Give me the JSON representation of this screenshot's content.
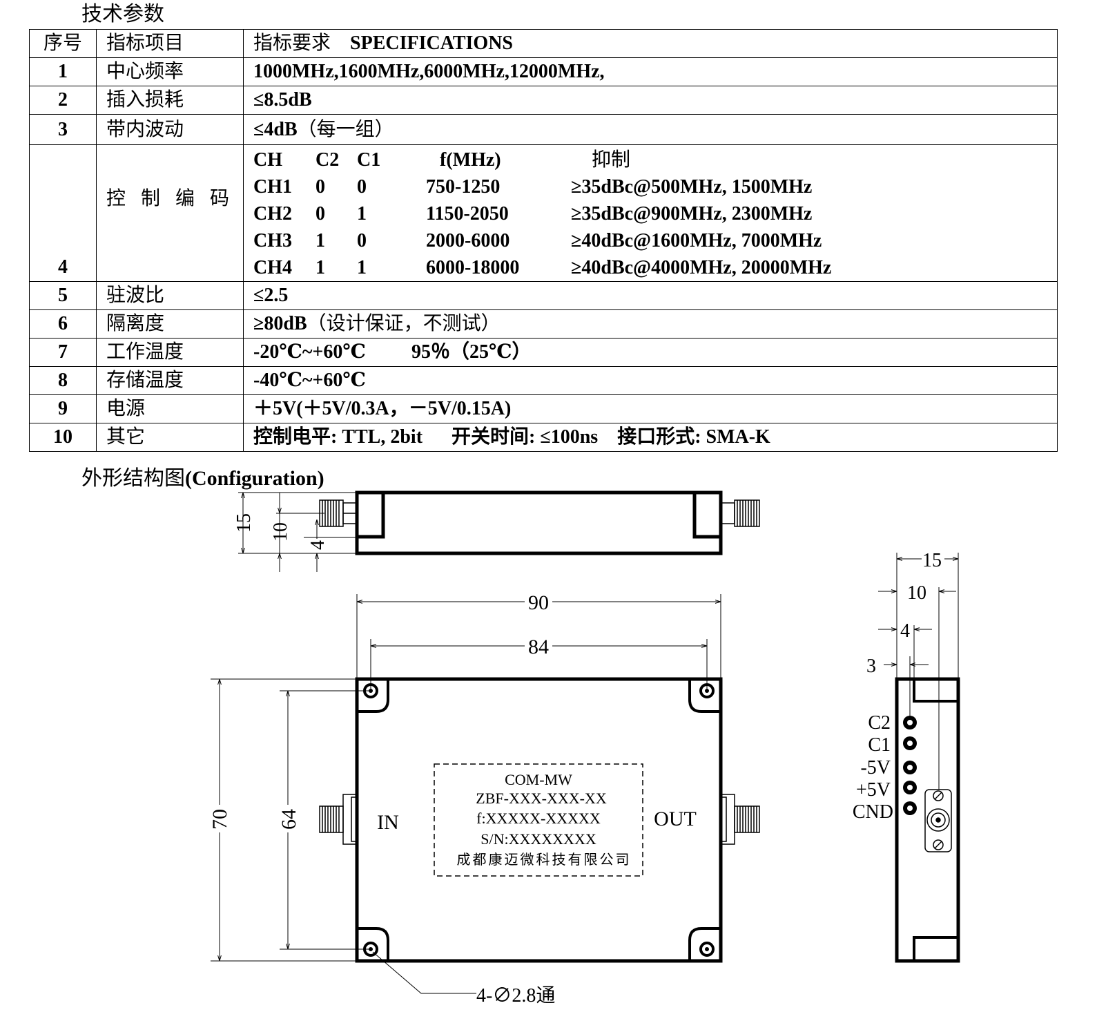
{
  "spec_heading": "技术参数",
  "table": {
    "headers": [
      "序号",
      "指标项目",
      "指标要求",
      "SPECIFICATIONS"
    ],
    "rows": [
      {
        "no": "1",
        "item": "中心频率",
        "value": "1000MHz,1600MHz,6000MHz,12000MHz,"
      },
      {
        "no": "2",
        "item": "插入损耗",
        "value": "≤8.5dB"
      },
      {
        "no": "3",
        "item": "带内波动",
        "value": "≤4dB",
        "note": "（每一组）"
      },
      {
        "no": "4",
        "item": "控制编码"
      },
      {
        "no": "5",
        "item": "驻波比",
        "value": "≤2.5"
      },
      {
        "no": "6",
        "item": "隔离度",
        "value": "≥80dB",
        "note": "（设计保证，不测试）"
      },
      {
        "no": "7",
        "item": "工作温度",
        "value": "-20℃~+60℃",
        "value2": "95％（25℃）"
      },
      {
        "no": "8",
        "item": "存储温度",
        "value": "-40℃~+60℃"
      },
      {
        "no": "9",
        "item": "电源",
        "value": "＋5V(＋5V/0.3A，－5V/0.15A)"
      },
      {
        "no": "10",
        "item": "其它",
        "value": "控制电平: TTL, 2bit      开关时间: ≤100ns    接口形式: SMA-K"
      }
    ],
    "control_code": {
      "headers": [
        "CH",
        "C2",
        "C1",
        "f(MHz)",
        "抑制"
      ],
      "rows": [
        [
          "CH1",
          "0",
          "0",
          "750-1250",
          "≥35dBc@500MHz, 1500MHz"
        ],
        [
          "CH2",
          "0",
          "1",
          "1150-2050",
          "≥35dBc@900MHz, 2300MHz"
        ],
        [
          "CH3",
          "1",
          "0",
          "2000-6000",
          "≥40dBc@1600MHz, 7000MHz"
        ],
        [
          "CH4",
          "1",
          "1",
          "6000-18000",
          "≥40dBc@4000MHz, 20000MHz"
        ]
      ]
    }
  },
  "config_heading": {
    "cn": "外形结构图",
    "en": "(Configuration)"
  },
  "drawing": {
    "dims": {
      "side_15": "15",
      "side_10": "10",
      "side_4": "4",
      "width_90": "90",
      "width_84": "84",
      "height_70": "70",
      "height_64": "64",
      "right_15": "15",
      "right_10": "10",
      "right_4": "4",
      "right_3": "3",
      "hole_note": "4-∅2.8通"
    },
    "ports": {
      "in": "IN",
      "out": "OUT"
    },
    "label": {
      "line1": "COM-MW",
      "line2": "ZBF-XXX-XXX-XX",
      "line3": "f:XXXXX-XXXXX",
      "line4": "S/N:XXXXXXXX",
      "line5": "成都康迈微科技有限公司"
    },
    "pins": [
      "C2",
      "C1",
      "-5V",
      "+5V",
      "CND"
    ]
  }
}
